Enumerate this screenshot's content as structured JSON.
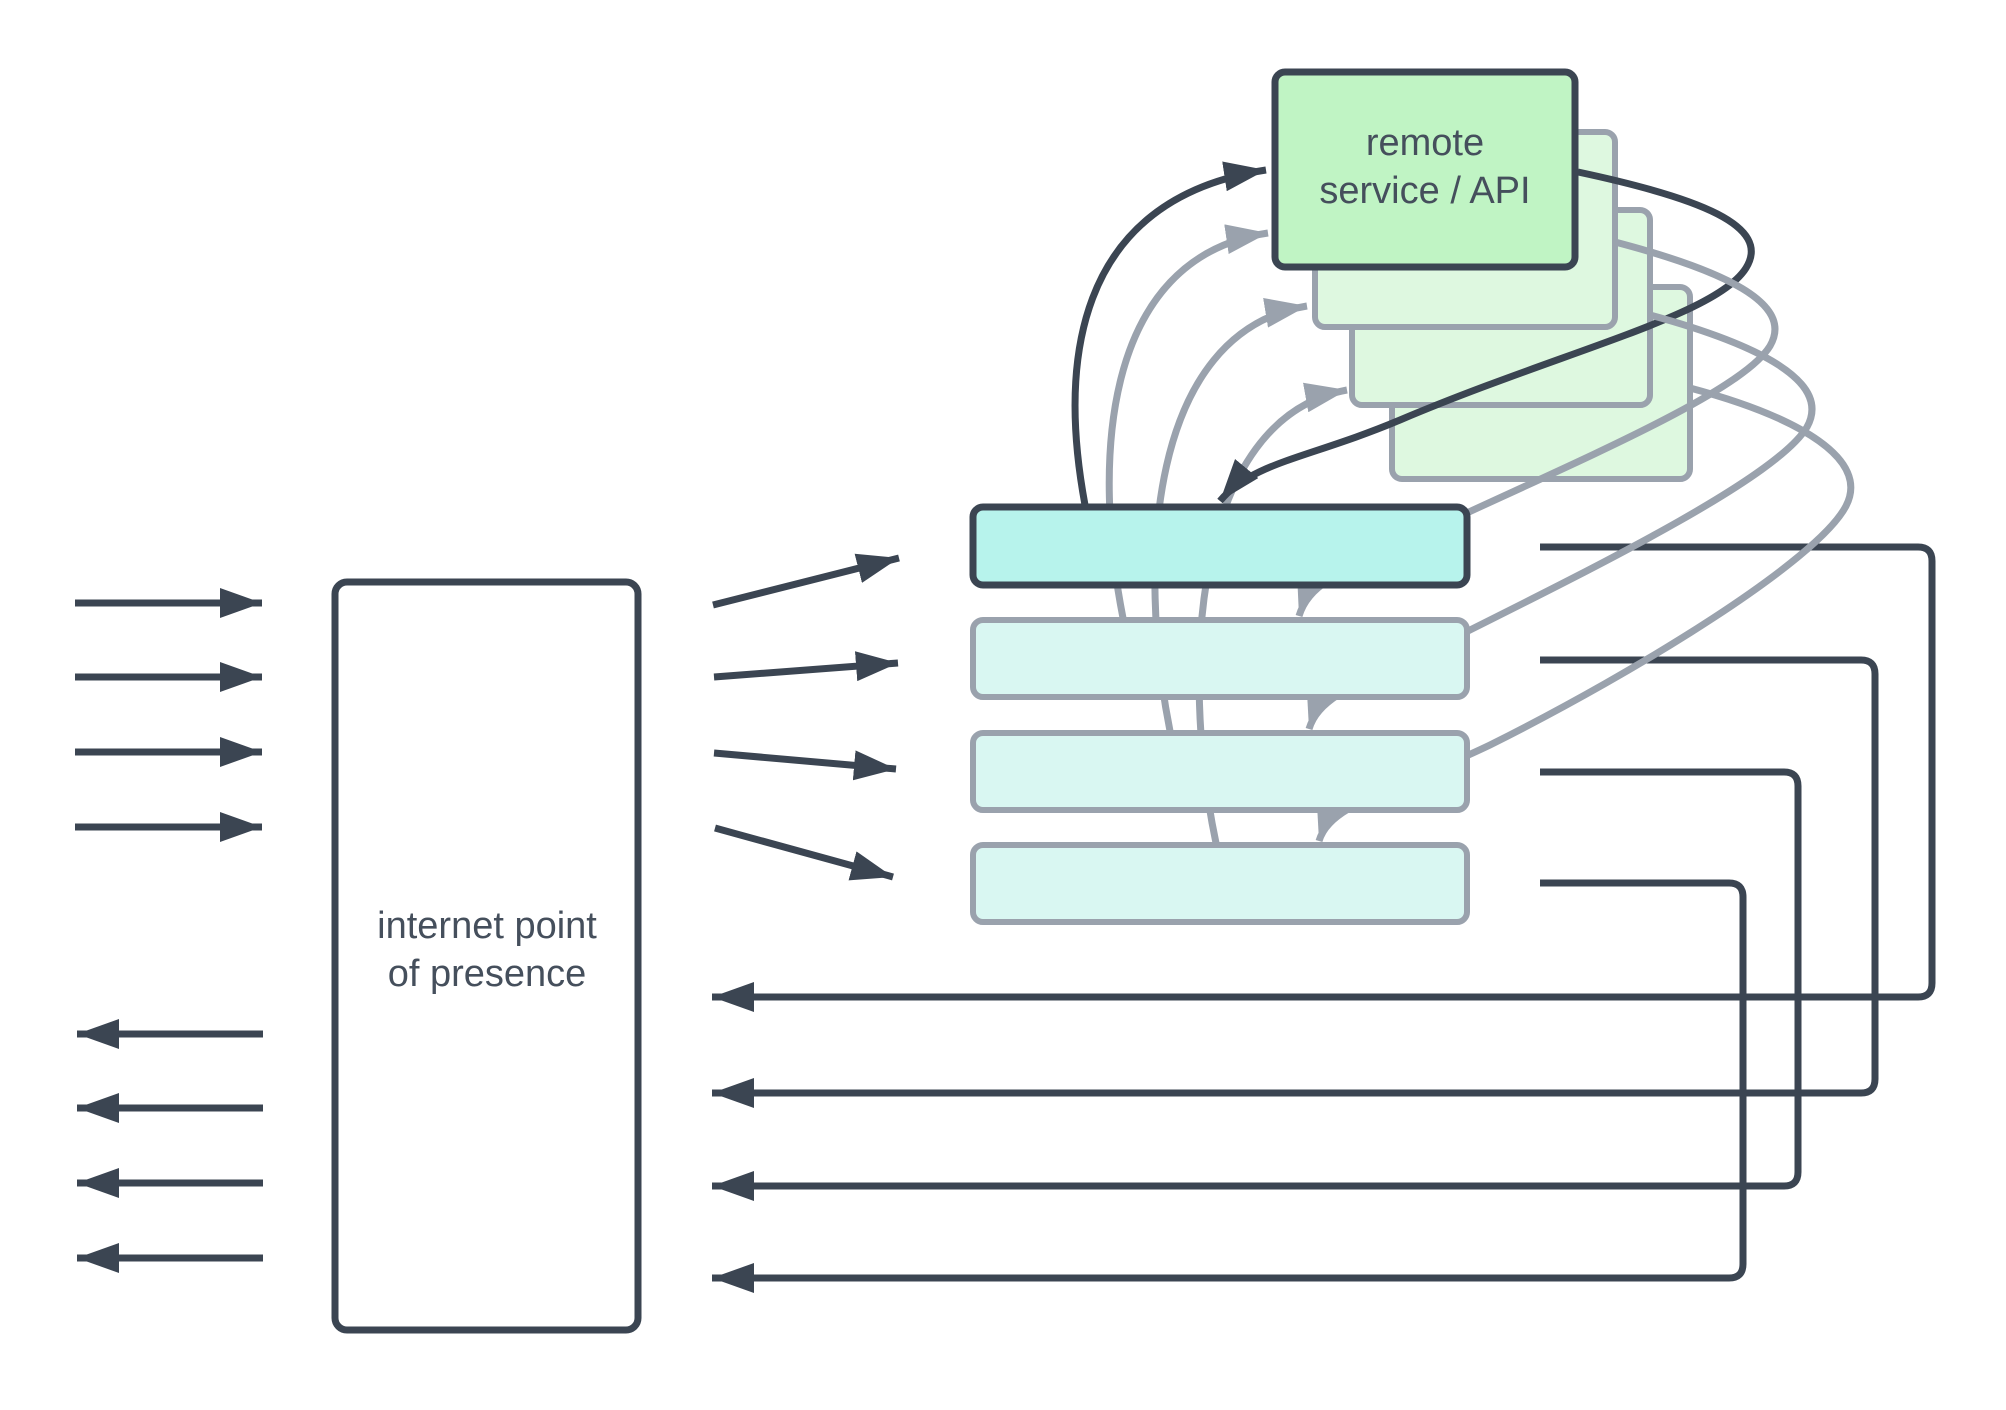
{
  "nodes": {
    "internet_pop": {
      "label_line1": "internet point",
      "label_line2": "of presence"
    },
    "remote_service": {
      "label_line1": "remote",
      "label_line2": "service / API",
      "ghost_copies": 3
    },
    "request_bars": {
      "count": 4
    }
  },
  "flows": {
    "inbound_arrows": 4,
    "outbound_arrows": 4,
    "fan_out_arrows": 4,
    "request_curves": 4,
    "response_curves": 4,
    "return_loops": 4
  },
  "colors": {
    "dark": "#3b4552",
    "gray": "#9aa2ad",
    "teal-bright": "#b7f3ec",
    "teal-pale": "#d9f7f2",
    "green-main": "#c0f4c4",
    "green-ghost": "#def8e0",
    "bg": "#ffffff",
    "text": "#454f5c"
  }
}
